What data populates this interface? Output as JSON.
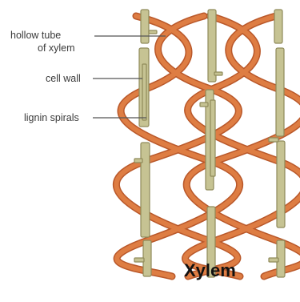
{
  "labels": {
    "hollow_tube_line1": "hollow tube",
    "hollow_tube_line2": "of xylem",
    "cell_wall": "cell wall",
    "lignin_spirals": "lignin spirals"
  },
  "caption": "Xylem",
  "colors": {
    "spiral": "#d9763d",
    "spiral_shadow": "#b9582a",
    "wall_fill": "#c6c393",
    "wall_dark": "#8f8a5a",
    "leader_line": "#555555"
  }
}
